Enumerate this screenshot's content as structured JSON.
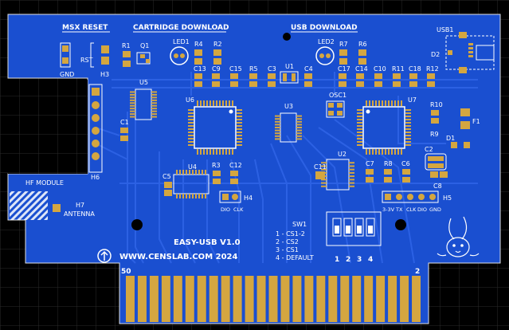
{
  "colors": {
    "background": "#000000",
    "grid": "#2a2a2a",
    "board": "#1a4fd0",
    "board_edge": "#1a4fd0",
    "trace": "#2e63e6",
    "pad": "#d4a640",
    "silk": "#ffffff"
  },
  "board": {
    "title": "EASY-USB V1.0",
    "website": "WWW.CENSLAB.COM 2024",
    "hf_module_label": "HF MODULE",
    "pin_start": "50",
    "pin_end": "2"
  },
  "sections": {
    "msx_reset": "MSX RESET",
    "cartridge_download": "CARTRIDGE DOWNLOAD",
    "usb_download": "USB DOWNLOAD"
  },
  "switch": {
    "name": "SW1",
    "options": [
      "1 - CS1-2",
      "2 - CS2",
      "3 - CS1",
      "4 - DEFAULT"
    ],
    "positions": [
      "1",
      "2",
      "3",
      "4"
    ]
  },
  "headers": {
    "h3": "H3",
    "rst": "RST",
    "gnd": "GND",
    "h4": "H4",
    "h4_pins": [
      "DIO",
      "CLK"
    ],
    "h5": "H5",
    "h5_pins": [
      "3-3V",
      "TX",
      "CLK",
      "DIO",
      "GND"
    ],
    "h6": "H6",
    "h7": "H7",
    "antenna": "ANTENNA",
    "usb1": "USB1"
  },
  "refs": {
    "R1": "R1",
    "Q1": "Q1",
    "LED1": "LED1",
    "R4": "R4",
    "R2": "R2",
    "LED2": "LED2",
    "R7": "R7",
    "R6": "R6",
    "C13": "C13",
    "C9": "C9",
    "C15": "C15",
    "R5": "R5",
    "C3": "C3",
    "U1": "U1",
    "C4": "C4",
    "C17": "C17",
    "C14": "C14",
    "C10": "C10",
    "R11": "R11",
    "C18": "C18",
    "R12": "R12",
    "U5": "U5",
    "U6": "U6",
    "U3": "U3",
    "OSC1": "OSC1",
    "U7": "U7",
    "C1": "C1",
    "R10": "R10",
    "R9": "R9",
    "F1": "F1",
    "D1": "D1",
    "D2": "D2",
    "C2": "C2",
    "C8": "C8",
    "U2": "U2",
    "C11": "C11",
    "C7": "C7",
    "R8": "R8",
    "C6": "C6",
    "C5": "C5",
    "U4": "U4",
    "R3": "R3",
    "C12": "C12"
  }
}
